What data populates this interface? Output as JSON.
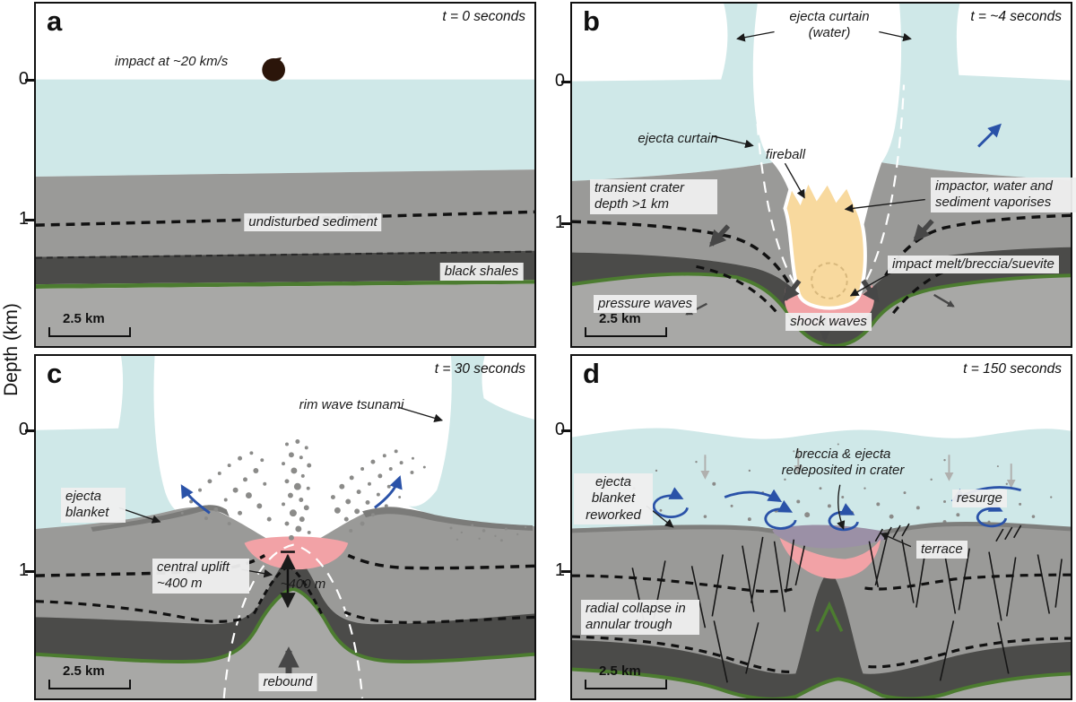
{
  "figure": {
    "y_axis_label": "Depth (km)",
    "tick_zero": "0",
    "tick_one": "1",
    "scale_bar_label": "2.5 km"
  },
  "palette": {
    "water": "#cfe8e8",
    "sediment_gray": "#9a9a98",
    "deep_gray": "#a8a8a6",
    "black_shale": "#4b4b49",
    "green_marker_bed": "#4c7c30",
    "ejecta_blanket_gray": "#7b7b79",
    "fireball_orange": "#f8d99e",
    "melt_pink": "#f2a2a6",
    "breccia_purple": "#9b90a6",
    "impactor_brown": "#2b150a",
    "arrow_blue": "#2a52a8",
    "label_background": "#efefef"
  },
  "panels": {
    "a": {
      "letter": "a",
      "timestamp": "t = 0 seconds",
      "labels": {
        "impact_velocity": "impact at ~20 km/s",
        "undisturbed_sediment": "undisturbed sediment",
        "black_shales": "black shales"
      }
    },
    "b": {
      "letter": "b",
      "timestamp": "t = ~4 seconds",
      "labels": {
        "ejecta_curtain_water": "ejecta curtain (water)",
        "ejecta_curtain": "ejecta curtain",
        "fireball": "fireball",
        "transient_crater": "transient crater depth >1 km",
        "vaporises": "impactor, water and sediment vaporises",
        "impact_melt": "impact melt/breccia/suevite",
        "pressure_waves": "pressure waves",
        "shock_waves": "shock waves"
      }
    },
    "c": {
      "letter": "c",
      "timestamp": "t = 30 seconds",
      "labels": {
        "rim_wave": "rim wave tsunami",
        "ejecta_blanket": "ejecta blanket",
        "central_uplift": "central uplift ~400 m",
        "uplift_height": "~400 m",
        "rebound": "rebound"
      }
    },
    "d": {
      "letter": "d",
      "timestamp": "t = 150 seconds",
      "labels": {
        "breccia_redeposited": "breccia & ejecta redeposited in crater",
        "ejecta_blanket_reworked": "ejecta blanket reworked",
        "resurge": "resurge",
        "terrace": "terrace",
        "radial_collapse": "radial collapse in annular trough"
      }
    }
  }
}
